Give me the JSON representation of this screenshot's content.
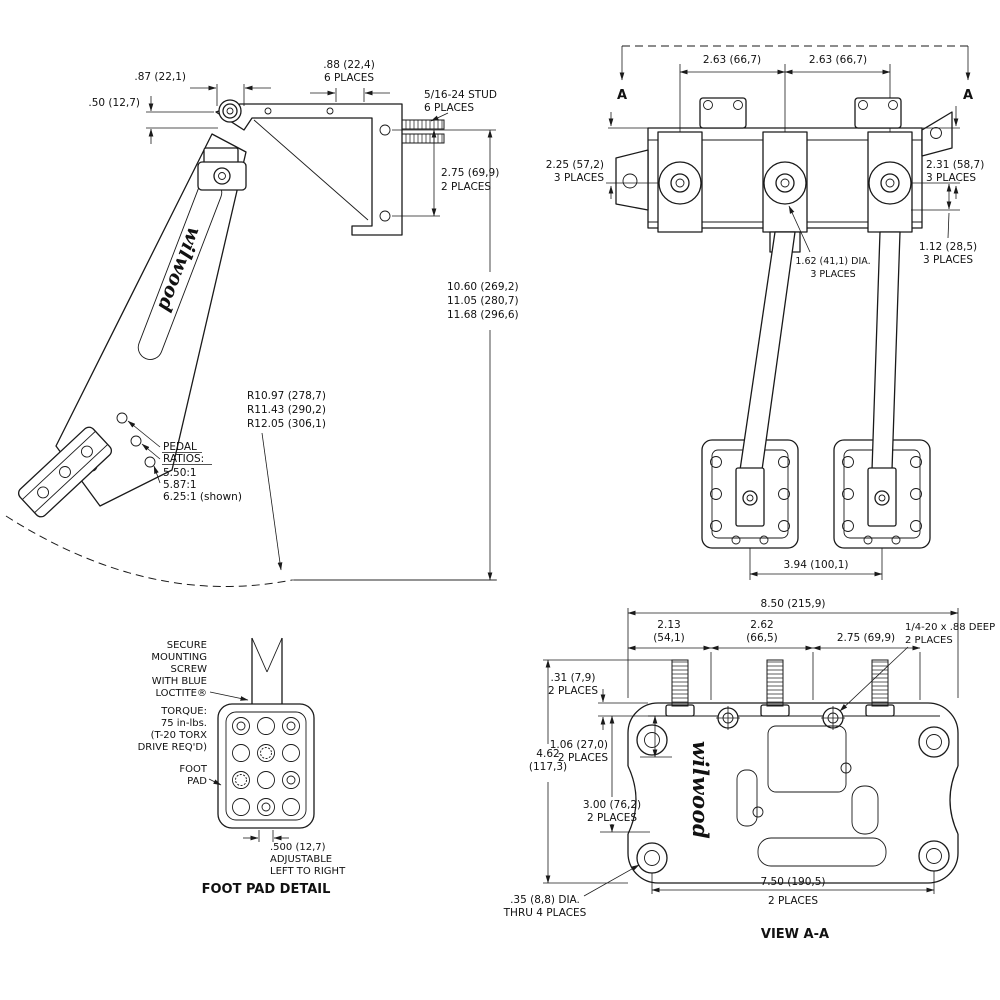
{
  "drawing": {
    "side": {
      "logo": "wilwood",
      "dim_offset": ".87 (22,1)",
      "dim_drop": ".50 (12,7)",
      "dim_stud_spacing": [
        ".88 (22,4)",
        "6 PLACES"
      ],
      "stud_note": [
        "5/16-24 STUD",
        "6 PLACES"
      ],
      "dim_bracket": [
        "2.75 (69,9)",
        "2 PLACES"
      ],
      "dim_heights": [
        "10.60 (269,2)",
        "11.05 (280,7)",
        "11.68 (296,6)"
      ],
      "dim_radii": [
        "R10.97 (278,7)",
        "R11.43 (290,2)",
        "R12.05 (306,1)"
      ],
      "ratios_heading": [
        "PEDAL",
        "RATIOS:"
      ],
      "ratios": [
        "5.50:1",
        "5.87:1",
        "6.25:1 (shown)"
      ]
    },
    "front": {
      "dim_pivot_left": "2.63 (66,7)",
      "dim_pivot_right": "2.63 (66,7)",
      "section_left": "A",
      "section_right": "A",
      "dim_left": [
        "2.25 (57,2)",
        "3 PLACES"
      ],
      "dim_right": [
        "2.31 (58,7)",
        "3 PLACES"
      ],
      "dim_hub": [
        "1.62 (41,1) DIA.",
        "3 PLACES"
      ],
      "dim_lower_right": [
        "1.12 (28,5)",
        "3 PLACES"
      ],
      "dim_base": "3.94 (100,1)"
    },
    "footpad": {
      "note_screw": [
        "SECURE",
        "MOUNTING",
        "SCREW",
        "WITH BLUE",
        "LOCTITE®"
      ],
      "note_torque": [
        "TORQUE:",
        "75 in-lbs.",
        "(T-20 TORX",
        "DRIVE REQ'D)"
      ],
      "label_pad": [
        "FOOT",
        "PAD"
      ],
      "dim_adjust": [
        ".500 (12,7)",
        "ADJUSTABLE",
        "LEFT TO RIGHT"
      ],
      "title": "FOOT PAD DETAIL"
    },
    "view_aa": {
      "logo": "wilwood",
      "dim_width": "8.50 (215,9)",
      "dim_col1": [
        "2.13",
        "(54,1)"
      ],
      "dim_col2": [
        "2.62",
        "(66,5)"
      ],
      "dim_col3": "2.75 (69,9)",
      "note_tap": [
        "1/4-20 x .88 DEEP",
        "2 PLACES"
      ],
      "dim_flange": [
        ".31 (7,9)",
        "2 PLACES"
      ],
      "dim_height": [
        "4.62",
        "(117,3)"
      ],
      "dim_boss": [
        "1.06 (27,0)",
        "2 PLACES"
      ],
      "dim_depth": [
        "3.00 (76,2)",
        "2 PLACES"
      ],
      "note_holes": [
        ".35 (8,8) DIA.",
        "THRU 4 PLACES"
      ],
      "dim_bolt_span": [
        "7.50 (190,5)",
        "2 PLACES"
      ],
      "title": "VIEW A-A"
    }
  }
}
